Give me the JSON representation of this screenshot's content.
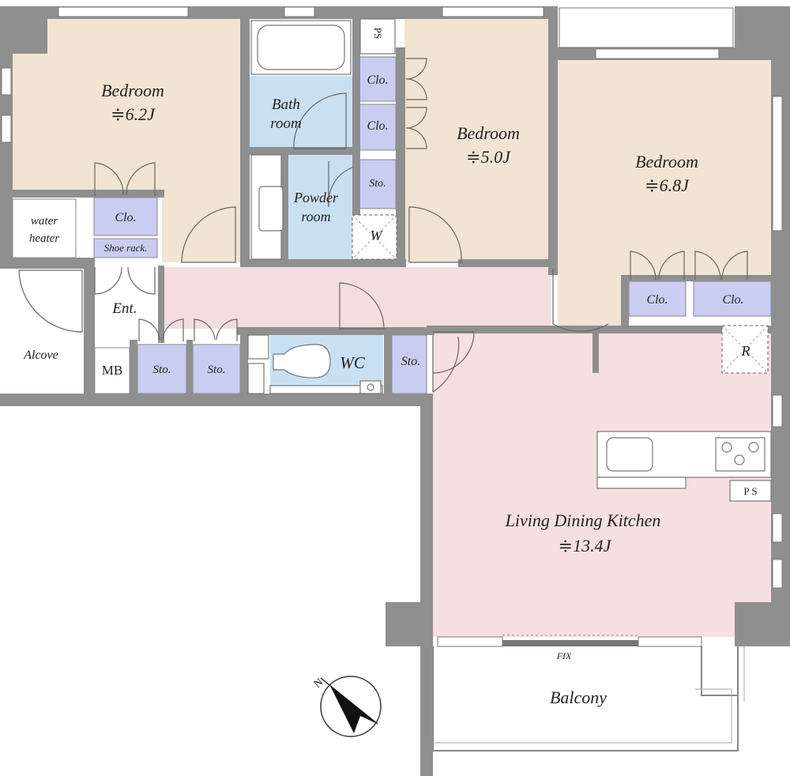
{
  "rooms": {
    "bedroom_1": {
      "name": "Bedroom",
      "size": "≑6.2J"
    },
    "bedroom_2": {
      "name": "Bedroom",
      "size": "≑5.0J"
    },
    "bedroom_3": {
      "name": "Bedroom",
      "size": "≑6.8J"
    },
    "bath": {
      "line1": "Bath",
      "line2": "room"
    },
    "powder": {
      "line1": "Powder",
      "line2": "room"
    },
    "water_heater": {
      "line1": "water",
      "line2": "heater"
    },
    "shoe_rack": "Shoe rack.",
    "entrance": "Ent.",
    "alcove": "Alcove",
    "mb": "MB",
    "wc": "WC",
    "ldk": {
      "name": "Living Dining Kitchen",
      "size": "≑13.4J"
    },
    "balcony": "Balcony"
  },
  "closets": {
    "clo_bedroom1": "Clo.",
    "clo_bath_top": "Clo.",
    "clo_bath_bottom": "Clo.",
    "clo_bedroom3_left": "Clo.",
    "clo_bedroom3_right": "Clo."
  },
  "storage": {
    "sto_powder": "Sto.",
    "sto_hall_1": "Sto.",
    "sto_hall_2": "Sto.",
    "sto_wc": "Sto."
  },
  "markers": {
    "ps_top": "PS",
    "ps_kitchen": "P S",
    "washer": "W",
    "fridge": "R",
    "fix_window": "FIX"
  },
  "colors": {
    "bedroom": "#f1e4d2",
    "bath": "#c9e0f2",
    "closet": "#c9cdf2",
    "hall": "#f3dde0",
    "ldk": "#f6dfe1",
    "wall": "#8f8f8f"
  }
}
